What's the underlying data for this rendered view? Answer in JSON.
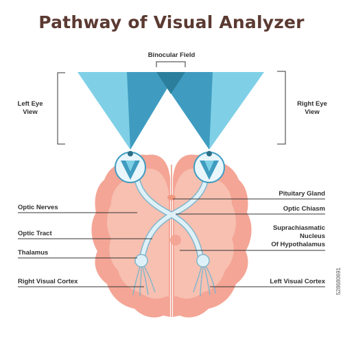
{
  "title": "Pathway of Visual Analyzer",
  "labels": {
    "binocular_field": "Binocular Field",
    "left_eye_view_line1": "Left Eye",
    "left_eye_view_line2": "View",
    "right_eye_view_line1": "Right Eye",
    "right_eye_view_line2": "View",
    "optic_nerves": "Optic Nerves",
    "optic_tract": "Optic Tract",
    "thalamus": "Thalamus",
    "right_visual_cortex": "Right Visual Cortex",
    "pituitary_gland": "Pituitary Gland",
    "optic_chiasm": "Optic Chiasm",
    "scn_line1": "Suprachiasmatic",
    "scn_line2": "Nucleus",
    "scn_line3": "Of Hypothalamus",
    "left_visual_cortex": "Left Visual Cortex"
  },
  "stock_id": "528680691",
  "colors": {
    "title": "#5b3a32",
    "brain_outer": "#f4a595",
    "brain_inner": "#f7c0b1",
    "field_light": "#7fd0e6",
    "field_dark": "#3f9cc0",
    "field_overlap": "#2b7f9c",
    "pathway": "#dff1f8",
    "pathway_edge": "#7fb6cc",
    "leader": "#333333"
  }
}
